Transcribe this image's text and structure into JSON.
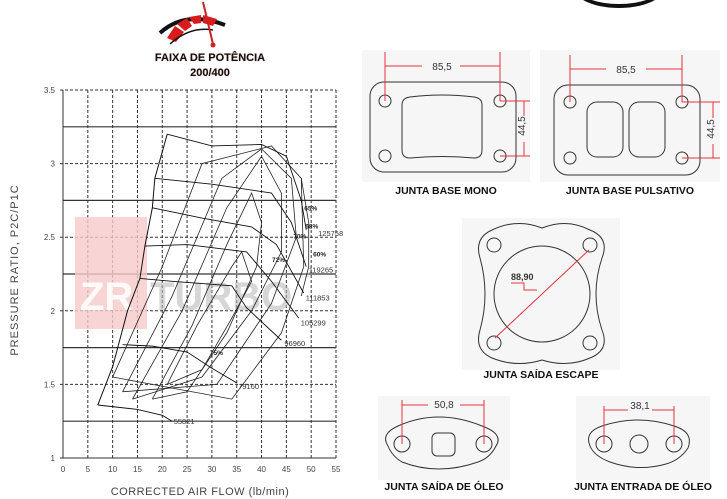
{
  "header": {
    "title": "FAIXA DE POTÊNCIA",
    "subtitle": "200/400",
    "logo": "power-gauge-icon"
  },
  "watermark": {
    "left": "ZR",
    "right": "TURBO",
    "tm": "™"
  },
  "chart_data": {
    "type": "line",
    "title": "Compressor map",
    "xlabel": "CORRECTED AIR FLOW (lb/min)",
    "ylabel": "PRESSURE RATIO, P2C/P1C",
    "xlim": [
      0,
      55
    ],
    "ylim": [
      1,
      3.5
    ],
    "xticks": [
      0,
      5,
      10,
      15,
      20,
      25,
      30,
      35,
      40,
      45,
      50,
      55
    ],
    "yticks": [
      1,
      1.5,
      2,
      2.5,
      3,
      3.5
    ],
    "ytick_labels": [
      "1",
      "1.5",
      "2",
      "2.5",
      "3",
      "3.5"
    ],
    "grid": true,
    "speed_lines": [
      {
        "name": "55821",
        "points": [
          [
            7,
            1.36
          ],
          [
            15,
            1.33
          ],
          [
            20,
            1.29
          ],
          [
            22,
            1.25
          ]
        ],
        "label_at": [
          22.3,
          1.25
        ]
      },
      {
        "name": "79160",
        "points": [
          [
            12,
            1.77
          ],
          [
            18,
            1.76
          ],
          [
            25,
            1.72
          ],
          [
            30,
            1.61
          ],
          [
            35,
            1.51
          ]
        ],
        "label_at": [
          35.3,
          1.49
        ]
      },
      {
        "name": "96960",
        "points": [
          [
            15.5,
            2.22
          ],
          [
            22,
            2.2
          ],
          [
            34,
            2.17
          ],
          [
            37,
            2.02
          ],
          [
            44,
            1.8
          ]
        ],
        "label_at": [
          44.6,
          1.78
        ]
      },
      {
        "name": "105299",
        "points": [
          [
            16.5,
            2.44
          ],
          [
            25,
            2.45
          ],
          [
            37,
            2.4
          ],
          [
            42,
            2.2
          ],
          [
            47.5,
            1.95
          ]
        ],
        "label_at": [
          47.9,
          1.92
        ]
      },
      {
        "name": "111853",
        "points": [
          [
            18,
            2.7
          ],
          [
            28,
            2.63
          ],
          [
            38,
            2.57
          ],
          [
            43,
            2.45
          ],
          [
            48.5,
            2.12
          ]
        ],
        "label_at": [
          48.9,
          2.09
        ]
      },
      {
        "name": "119265",
        "points": [
          [
            18.5,
            2.9
          ],
          [
            30,
            2.86
          ],
          [
            42,
            2.8
          ],
          [
            46,
            2.6
          ],
          [
            49,
            2.3
          ]
        ],
        "label_at": [
          49.5,
          2.28
        ]
      },
      {
        "name": "125758",
        "points": [
          [
            21,
            3.2
          ],
          [
            30,
            3.12
          ],
          [
            40,
            3.13
          ],
          [
            45,
            3.05
          ],
          [
            48,
            2.75
          ],
          [
            49,
            2.55
          ]
        ],
        "label_at": [
          51.4,
          2.53
        ]
      }
    ],
    "surge_line": [
      [
        7,
        1.36
      ],
      [
        10,
        1.62
      ],
      [
        13,
        2.0
      ],
      [
        15.5,
        2.22
      ],
      [
        16.5,
        2.44
      ],
      [
        18,
        2.7
      ],
      [
        18.5,
        2.9
      ],
      [
        21,
        3.2
      ]
    ],
    "efficiency_islands": [
      {
        "name": "75%",
        "points": [
          [
            21,
            1.5
          ],
          [
            27,
            1.9
          ],
          [
            34,
            2.3
          ],
          [
            36,
            2.4
          ],
          [
            38,
            2.2
          ],
          [
            34,
            1.95
          ],
          [
            28,
            1.6
          ],
          [
            21,
            1.5
          ]
        ],
        "label_at": [
          29.6,
          1.7
        ]
      },
      {
        "name": "72%",
        "points": [
          [
            18,
            1.4
          ],
          [
            26,
            1.9
          ],
          [
            33,
            2.45
          ],
          [
            38,
            2.8
          ],
          [
            40,
            2.6
          ],
          [
            39,
            2.3
          ],
          [
            33,
            1.85
          ],
          [
            25,
            1.45
          ],
          [
            18,
            1.4
          ]
        ],
        "label_at": [
          42.1,
          2.33
        ]
      },
      {
        "name": "70%",
        "points": [
          [
            14,
            1.4
          ],
          [
            24,
            2.0
          ],
          [
            33,
            2.7
          ],
          [
            40,
            3.05
          ],
          [
            44,
            2.8
          ],
          [
            44,
            2.4
          ],
          [
            38,
            2.0
          ],
          [
            28,
            1.55
          ],
          [
            14,
            1.4
          ]
        ],
        "label_at": [
          46.4,
          2.49
        ]
      },
      {
        "name": "68%",
        "points": [
          [
            12,
            1.45
          ],
          [
            22,
            2.1
          ],
          [
            32,
            2.9
          ],
          [
            40,
            3.1
          ],
          [
            46,
            2.9
          ],
          [
            47,
            2.5
          ],
          [
            42,
            2.05
          ],
          [
            31,
            1.5
          ],
          [
            12,
            1.45
          ]
        ],
        "label_at": [
          48.8,
          2.56
        ]
      },
      {
        "name": "65%",
        "points": [
          [
            10,
            1.55
          ],
          [
            20,
            2.3
          ],
          [
            28,
            3.0
          ],
          [
            42,
            3.12
          ],
          [
            48,
            2.9
          ],
          [
            48.5,
            2.3
          ],
          [
            44,
            1.85
          ],
          [
            34,
            1.4
          ],
          [
            10,
            1.55
          ]
        ],
        "label_at": [
          48.6,
          2.68
        ]
      },
      {
        "name": "60%",
        "points": [
          [
            48,
            2.9
          ],
          [
            49.5,
            2.6
          ],
          [
            49.5,
            2.3
          ],
          [
            48,
            2.1
          ]
        ],
        "label_at": [
          50.4,
          2.37
        ]
      }
    ]
  },
  "gaskets": [
    {
      "name": "JUNTA BASE MONO",
      "dim_h": "85,5",
      "dim_v": "44,5"
    },
    {
      "name": "JUNTA BASE PULSATIVO",
      "dim_h": "85,5",
      "dim_v": "44,5"
    },
    {
      "name": "JUNTA SAÍDA ESCAPE",
      "dim_d": "88,90"
    },
    {
      "name": "JUNTA SAÍDA DE ÓLEO",
      "dim_h": "50,8"
    },
    {
      "name": "JUNTA ENTRADA DE ÓLEO",
      "dim_h": "38,1"
    }
  ],
  "colors": {
    "accent": "#e21b1b",
    "dim": "#e8323c",
    "grid": "#333333",
    "panel": "#f6f6f6"
  }
}
